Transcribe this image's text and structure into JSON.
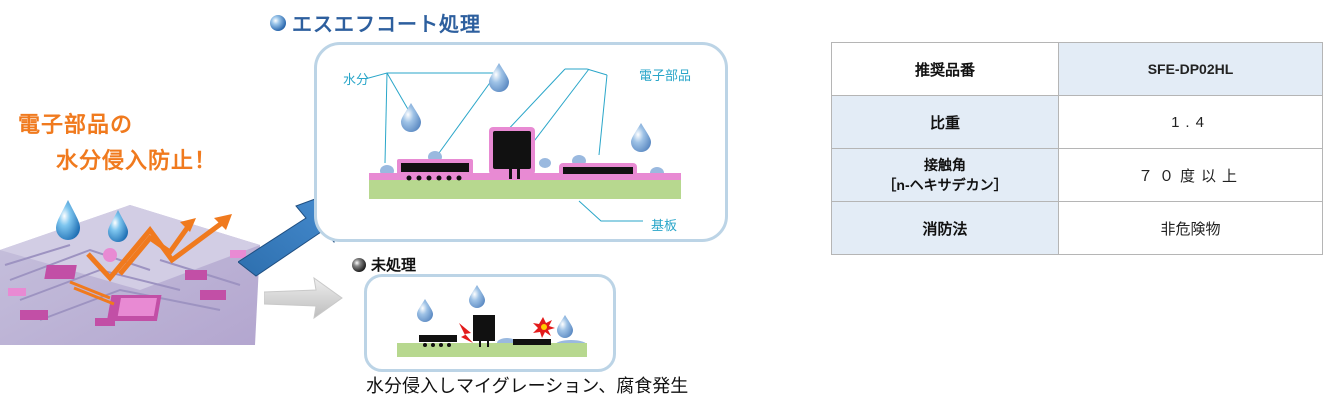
{
  "left": {
    "headline_line1": "電子部品の",
    "headline_line2": "水分侵入防止！"
  },
  "treated": {
    "title": "エスエフコート処理",
    "label_water": "水分",
    "label_components": "電子部品",
    "label_substrate": "基板"
  },
  "untreated": {
    "title": "未処理",
    "caption": "水分侵入しマイグレーション、腐食発生"
  },
  "spec": {
    "rows": [
      {
        "label": "推奨品番",
        "value": "SFE-DP02HL"
      },
      {
        "label": "比重",
        "value": "1.4"
      },
      {
        "label_line1": "接触角",
        "label_line2": "［n-ヘキサデカン］",
        "value": "７０度以上"
      },
      {
        "label": "消防法",
        "value": "非危険物"
      }
    ]
  },
  "colors": {
    "headline": "#f07a1e",
    "title_blue": "#2d5f9e",
    "callout": "#2aa6c9",
    "coating_pink": "#e88ad3",
    "substrate_green": "#b7d88f",
    "table_fill": "#e3ecf6",
    "panel_border": "#bcd4e6"
  },
  "icons": [
    "water-drop-icon",
    "orange-zigzag-arrow-icon",
    "blue-arrow-icon",
    "gray-arrow-icon",
    "spark-icon",
    "sphere-bullet-icon"
  ]
}
